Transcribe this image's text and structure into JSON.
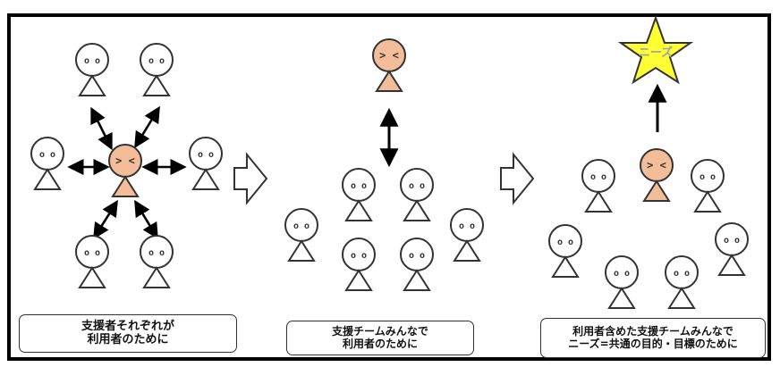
{
  "top_caption": "",
  "panels": [
    {
      "label_lines": [
        "支援者それぞれが",
        "利用者のために"
      ]
    },
    {
      "label_lines": [
        "支援チームみんなで",
        "利用者のために"
      ]
    },
    {
      "label_lines": [
        "利用者含めた支援チームみんなで",
        "ニーズ=共通の目的・目標のために"
      ]
    }
  ],
  "user_face_text": "> <",
  "supporter_face_text": "o o",
  "star_label": "ニーズ",
  "colors": {
    "user_fill": "#f2bd98",
    "supporter_fill": "#ffffff",
    "star_fill": "#ffff33",
    "outline": "#333333",
    "star_text": "#9ba3a8"
  }
}
